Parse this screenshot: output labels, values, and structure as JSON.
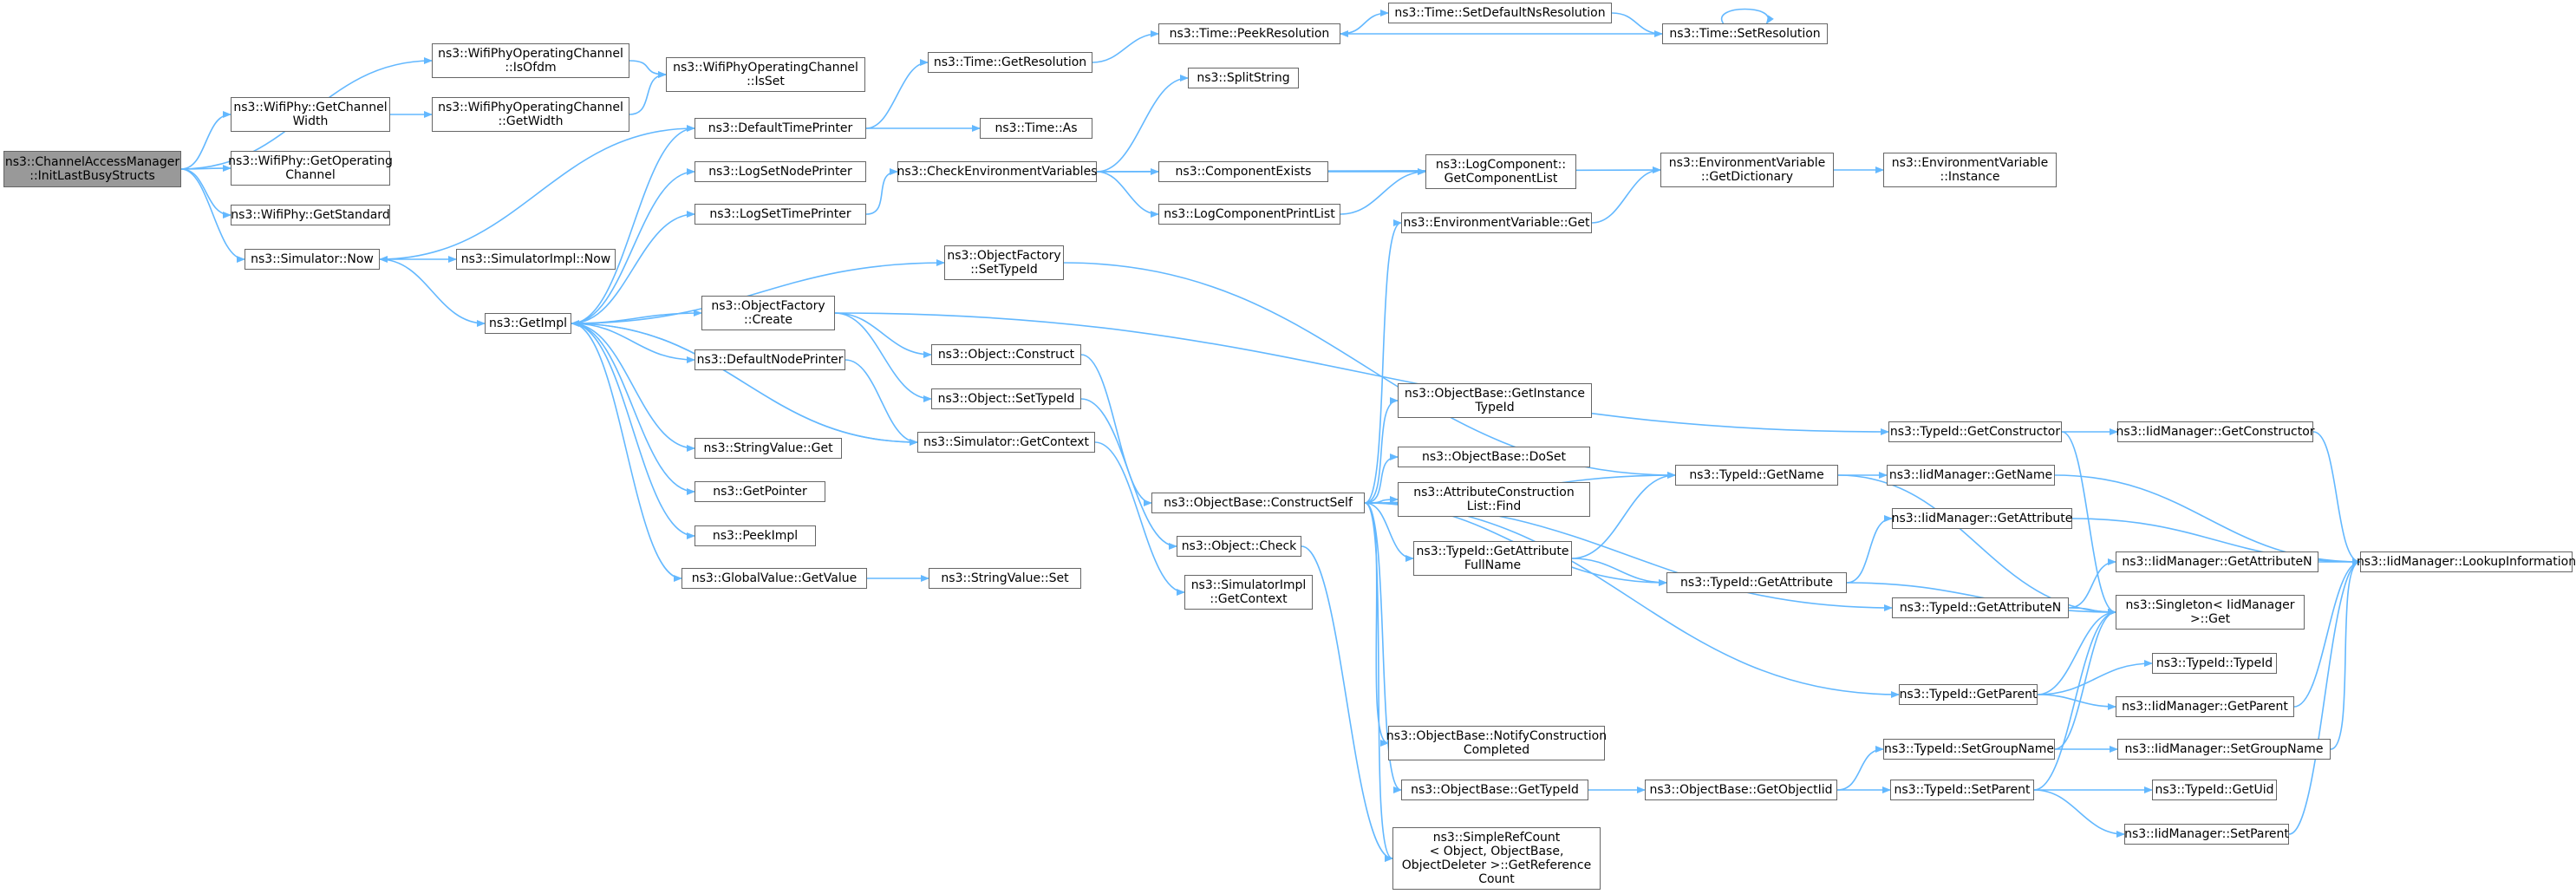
{
  "nodes": [
    {
      "id": "n0",
      "label": "ns3::ChannelAccessManager\n::InitLastBusyStructs",
      "root": true
    },
    {
      "id": "n1",
      "label": "ns3::WifiPhyOperatingChannel\n::IsOfdm"
    },
    {
      "id": "n2",
      "label": "ns3::WifiPhy::GetChannel\nWidth"
    },
    {
      "id": "n3",
      "label": "ns3::WifiPhy::GetOperating\nChannel"
    },
    {
      "id": "n4",
      "label": "ns3::WifiPhy::GetStandard"
    },
    {
      "id": "n5",
      "label": "ns3::Simulator::Now"
    },
    {
      "id": "n6",
      "label": "ns3::WifiPhyOperatingChannel\n::IsSet"
    },
    {
      "id": "n7",
      "label": "ns3::WifiPhyOperatingChannel\n::GetWidth"
    },
    {
      "id": "n8",
      "label": "ns3::SimulatorImpl::Now"
    },
    {
      "id": "n9",
      "label": "ns3::GetImpl"
    },
    {
      "id": "n10",
      "label": "ns3::DefaultTimePrinter"
    },
    {
      "id": "n11",
      "label": "ns3::LogSetNodePrinter"
    },
    {
      "id": "n12",
      "label": "ns3::LogSetTimePrinter"
    },
    {
      "id": "n13",
      "label": "ns3::ObjectFactory\n::Create"
    },
    {
      "id": "n14",
      "label": "ns3::DefaultNodePrinter"
    },
    {
      "id": "n15",
      "label": "ns3::StringValue::Get"
    },
    {
      "id": "n16",
      "label": "ns3::GetPointer"
    },
    {
      "id": "n17",
      "label": "ns3::PeekImpl"
    },
    {
      "id": "n18",
      "label": "ns3::GlobalValue::GetValue"
    },
    {
      "id": "n19",
      "label": "ns3::Time::GetResolution"
    },
    {
      "id": "n20",
      "label": "ns3::Time::As"
    },
    {
      "id": "n21",
      "label": "ns3::CheckEnvironmentVariables"
    },
    {
      "id": "n22",
      "label": "ns3::ObjectFactory\n::SetTypeId"
    },
    {
      "id": "n23",
      "label": "ns3::Object::Construct"
    },
    {
      "id": "n24",
      "label": "ns3::Object::SetTypeId"
    },
    {
      "id": "n25",
      "label": "ns3::Simulator::GetContext"
    },
    {
      "id": "n26",
      "label": "ns3::StringValue::Set"
    },
    {
      "id": "n27",
      "label": "ns3::Time::PeekResolution"
    },
    {
      "id": "n28",
      "label": "ns3::Time::SetDefaultNsResolution"
    },
    {
      "id": "n29",
      "label": "ns3::Time::SetResolution"
    },
    {
      "id": "n30",
      "label": "ns3::SplitString"
    },
    {
      "id": "n31",
      "label": "ns3::ComponentExists"
    },
    {
      "id": "n32",
      "label": "ns3::LogComponentPrintList"
    },
    {
      "id": "n33",
      "label": "ns3::LogComponent::\nGetComponentList"
    },
    {
      "id": "n34",
      "label": "ns3::EnvironmentVariable\n::GetDictionary"
    },
    {
      "id": "n35",
      "label": "ns3::EnvironmentVariable\n::Instance"
    },
    {
      "id": "n36",
      "label": "ns3::EnvironmentVariable::Get"
    },
    {
      "id": "n37",
      "label": "ns3::ObjectBase::ConstructSelf"
    },
    {
      "id": "n38",
      "label": "ns3::Object::Check"
    },
    {
      "id": "n39",
      "label": "ns3::SimulatorImpl\n::GetContext"
    },
    {
      "id": "n40",
      "label": "ns3::ObjectBase::GetInstance\nTypeId"
    },
    {
      "id": "n41",
      "label": "ns3::ObjectBase::DoSet"
    },
    {
      "id": "n42",
      "label": "ns3::AttributeConstruction\nList::Find"
    },
    {
      "id": "n43",
      "label": "ns3::TypeId::GetAttribute\nFullName"
    },
    {
      "id": "n44",
      "label": "ns3::ObjectBase::NotifyConstruction\nCompleted"
    },
    {
      "id": "n45",
      "label": "ns3::ObjectBase::GetTypeId"
    },
    {
      "id": "n46",
      "label": "ns3::SimpleRefCount\n< Object, ObjectBase,\n ObjectDeleter >::GetReference\nCount"
    },
    {
      "id": "n47",
      "label": "ns3::TypeId::GetName"
    },
    {
      "id": "n48",
      "label": "ns3::TypeId::GetAttribute"
    },
    {
      "id": "n49",
      "label": "ns3::ObjectBase::GetObjectIid"
    },
    {
      "id": "n50",
      "label": "ns3::TypeId::GetConstructor"
    },
    {
      "id": "n51",
      "label": "ns3::IidManager::GetName"
    },
    {
      "id": "n52",
      "label": "ns3::IidManager::GetAttribute"
    },
    {
      "id": "n53",
      "label": "ns3::TypeId::GetAttributeN"
    },
    {
      "id": "n54",
      "label": "ns3::TypeId::GetParent"
    },
    {
      "id": "n55",
      "label": "ns3::TypeId::SetGroupName"
    },
    {
      "id": "n56",
      "label": "ns3::TypeId::SetParent"
    },
    {
      "id": "n57",
      "label": "ns3::IidManager::GetConstructor"
    },
    {
      "id": "n58",
      "label": "ns3::IidManager::GetAttributeN"
    },
    {
      "id": "n59",
      "label": "ns3::Singleton< IidManager\n >::Get"
    },
    {
      "id": "n60",
      "label": "ns3::TypeId::TypeId"
    },
    {
      "id": "n61",
      "label": "ns3::IidManager::GetParent"
    },
    {
      "id": "n62",
      "label": "ns3::IidManager::SetGroupName"
    },
    {
      "id": "n63",
      "label": "ns3::TypeId::GetUid"
    },
    {
      "id": "n64",
      "label": "ns3::IidManager::SetParent"
    },
    {
      "id": "n65",
      "label": "ns3::IidManager::LookupInformation"
    }
  ],
  "edges": [
    [
      "n0",
      "n1"
    ],
    [
      "n0",
      "n2"
    ],
    [
      "n0",
      "n3"
    ],
    [
      "n0",
      "n4"
    ],
    [
      "n0",
      "n5"
    ],
    [
      "n1",
      "n6"
    ],
    [
      "n2",
      "n7"
    ],
    [
      "n7",
      "n6"
    ],
    [
      "n5",
      "n8"
    ],
    [
      "n5",
      "n9"
    ],
    [
      "n9",
      "n10"
    ],
    [
      "n9",
      "n11"
    ],
    [
      "n9",
      "n12"
    ],
    [
      "n9",
      "n22"
    ],
    [
      "n9",
      "n13"
    ],
    [
      "n9",
      "n14"
    ],
    [
      "n9",
      "n15"
    ],
    [
      "n9",
      "n16"
    ],
    [
      "n9",
      "n17"
    ],
    [
      "n9",
      "n18"
    ],
    [
      "n9",
      "n25"
    ],
    [
      "n10",
      "n5"
    ],
    [
      "n10",
      "n19"
    ],
    [
      "n10",
      "n20"
    ],
    [
      "n12",
      "n21"
    ],
    [
      "n13",
      "n23"
    ],
    [
      "n13",
      "n24"
    ],
    [
      "n13",
      "n50"
    ],
    [
      "n14",
      "n25"
    ],
    [
      "n18",
      "n26"
    ],
    [
      "n19",
      "n27"
    ],
    [
      "n27",
      "n28"
    ],
    [
      "n28",
      "n29"
    ],
    [
      "n29",
      "n27"
    ],
    [
      "n29",
      "n29"
    ],
    [
      "n21",
      "n30"
    ],
    [
      "n21",
      "n31"
    ],
    [
      "n21",
      "n32"
    ],
    [
      "n21",
      "n34"
    ],
    [
      "n31",
      "n33"
    ],
    [
      "n32",
      "n33"
    ],
    [
      "n34",
      "n35"
    ],
    [
      "n36",
      "n34"
    ],
    [
      "n22",
      "n47"
    ],
    [
      "n23",
      "n37"
    ],
    [
      "n24",
      "n38"
    ],
    [
      "n25",
      "n9"
    ],
    [
      "n25",
      "n39"
    ],
    [
      "n37",
      "n36"
    ],
    [
      "n37",
      "n40"
    ],
    [
      "n37",
      "n41"
    ],
    [
      "n37",
      "n42"
    ],
    [
      "n37",
      "n43"
    ],
    [
      "n37",
      "n47"
    ],
    [
      "n37",
      "n48"
    ],
    [
      "n37",
      "n53"
    ],
    [
      "n37",
      "n54"
    ],
    [
      "n37",
      "n44"
    ],
    [
      "n37",
      "n45"
    ],
    [
      "n37",
      "n46"
    ],
    [
      "n38",
      "n46"
    ],
    [
      "n43",
      "n47"
    ],
    [
      "n43",
      "n48"
    ],
    [
      "n45",
      "n49"
    ],
    [
      "n49",
      "n55"
    ],
    [
      "n49",
      "n56"
    ],
    [
      "n47",
      "n51"
    ],
    [
      "n47",
      "n59"
    ],
    [
      "n48",
      "n52"
    ],
    [
      "n48",
      "n59"
    ],
    [
      "n50",
      "n57"
    ],
    [
      "n50",
      "n59"
    ],
    [
      "n53",
      "n58"
    ],
    [
      "n53",
      "n59"
    ],
    [
      "n54",
      "n60"
    ],
    [
      "n54",
      "n61"
    ],
    [
      "n54",
      "n59"
    ],
    [
      "n55",
      "n62"
    ],
    [
      "n55",
      "n59"
    ],
    [
      "n56",
      "n63"
    ],
    [
      "n56",
      "n64"
    ],
    [
      "n56",
      "n59"
    ],
    [
      "n51",
      "n65"
    ],
    [
      "n52",
      "n65"
    ],
    [
      "n57",
      "n65"
    ],
    [
      "n58",
      "n65"
    ],
    [
      "n61",
      "n65"
    ],
    [
      "n62",
      "n65"
    ],
    [
      "n64",
      "n65"
    ]
  ]
}
